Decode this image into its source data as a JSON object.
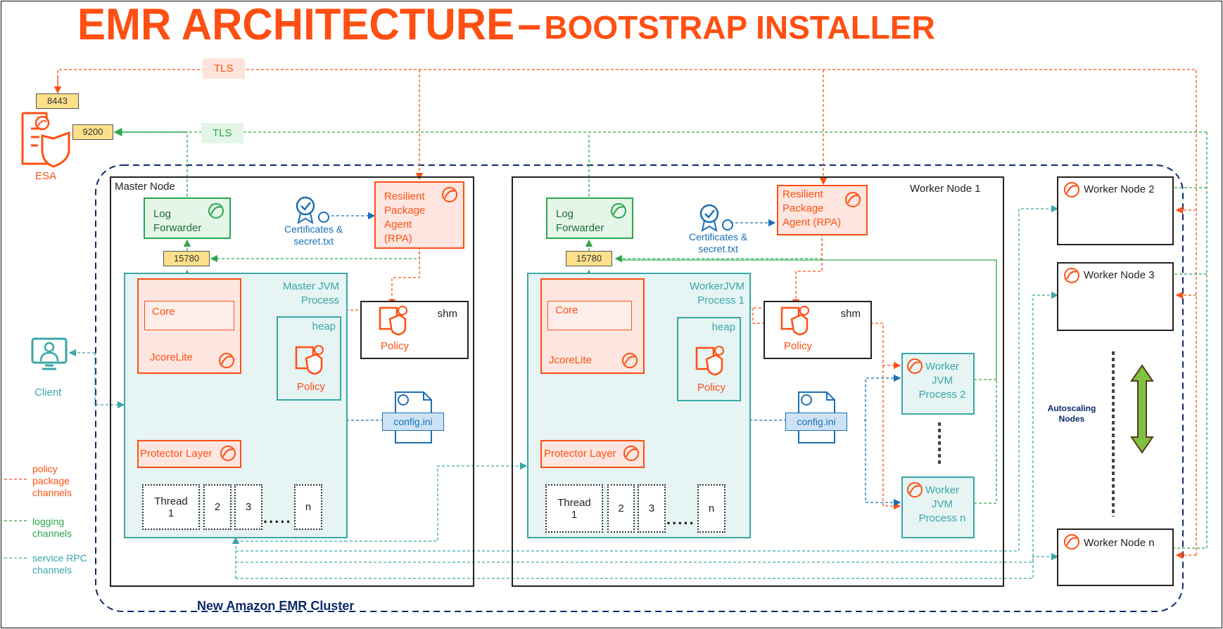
{
  "title": {
    "main": "EMR ARCHITECTURE",
    "dash": "–",
    "sub": "BOOTSTRAP INSTALLER"
  },
  "tls_labels": {
    "top": "TLS",
    "green": "TLS"
  },
  "esa": {
    "label": "ESA",
    "port_8443": "8443",
    "port_9200": "9200"
  },
  "client": {
    "label": "Client"
  },
  "cluster_label": "New Amazon EMR Cluster",
  "legend": {
    "policy": "policy\npackage\nchannels",
    "logging": "logging\nchannels",
    "rpc": "service RPC\nchannels"
  },
  "colors": {
    "orange": "#ff4f12",
    "green": "#2aa84a",
    "teal": "#3aa7a7",
    "blue": "#1b6fb5",
    "navy": "#0d2a6b",
    "port_fill": "#ffe08a"
  },
  "master": {
    "title": "Master Node",
    "log_forwarder": "Log\nForwarder",
    "port": "15780",
    "rpa": "Resilient\nPackage\nAgent\n(RPA)",
    "certs": "Certificates &\nsecret.txt",
    "jvm": "Master JVM\nProcess",
    "core": "Core",
    "jcorelite": "JcoreLite",
    "heap": "heap",
    "policy_heap": "Policy",
    "shm": "shm",
    "policy_shm": "Policy",
    "config": "config.ini",
    "protector": "Protector Layer",
    "threads": [
      "Thread\n1",
      "2",
      "3",
      "n"
    ],
    "ellipsis": "....."
  },
  "worker1": {
    "title": "Worker Node 1",
    "log_forwarder": "Log\nForwarder",
    "port": "15780",
    "rpa": "Resilient\nPackage\nAgent (RPA)",
    "certs": "Certificates &\nsecret.txt",
    "jvm": "WorkerJVM\nProcess 1",
    "core": "Core",
    "jcorelite": "JcoreLite",
    "heap": "heap",
    "policy_heap": "Policy",
    "shm": "shm",
    "policy_shm": "Policy",
    "config": "config.ini",
    "protector": "Protector Layer",
    "threads": [
      "Thread\n1",
      "2",
      "3",
      "n"
    ],
    "ellipsis": ".....",
    "jvm2": "Worker\nJVM\nProcess 2",
    "jvmn": "Worker\nJVM\nProcess n"
  },
  "worker_nodes": [
    "Worker Node 2",
    "Worker Node 3",
    "Worker Node n"
  ],
  "autoscaling": "Autoscaling\nNodes",
  "icons": [
    "badge-icon",
    "policy-icon",
    "document-icon",
    "monitor-user-icon",
    "protegrity-logo-icon",
    "double-arrow-icon"
  ]
}
